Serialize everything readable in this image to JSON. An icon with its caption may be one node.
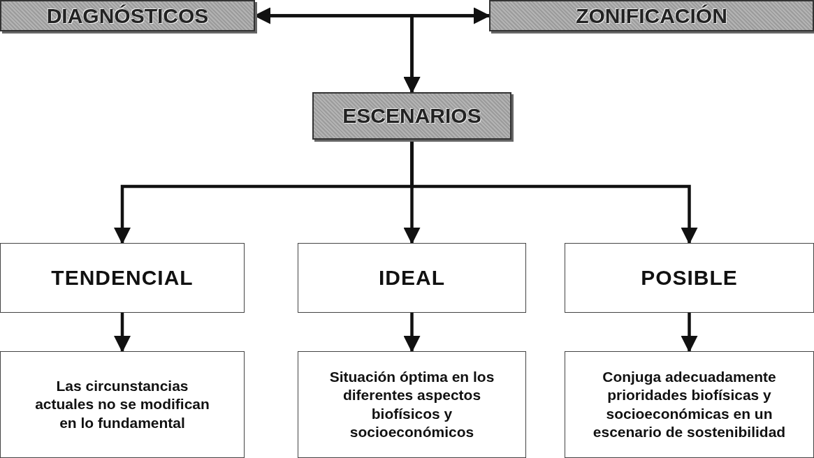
{
  "diagram": {
    "nodes": [
      {
        "text": [
          "DIAGNÓSTICOS"
        ]
      },
      {
        "text": [
          "ZONIFICACIÓN"
        ]
      },
      {
        "text": [
          "ESCENARIOS"
        ]
      },
      {
        "text": [
          "TENDENCIAL"
        ]
      },
      {
        "text": [
          "IDEAL"
        ]
      },
      {
        "text": [
          "POSIBLE"
        ]
      },
      {
        "text": [
          "Las circunstancias actuales no se modifican en lo fundamental"
        ]
      },
      {
        "text": [
          "Situación óptima en los diferentes aspectos biofísicos y socioeconómicos"
        ]
      },
      {
        "text": [
          "Conjuga adecuadamente prioridades biofísicas y socioeconómicas en un escenario de sostenibilidad"
        ]
      }
    ],
    "edges": [
      {
        "from": 0,
        "to": 1,
        "arrow": "both"
      },
      {
        "from": 0,
        "to": 2,
        "arrow": "to"
      },
      {
        "from": 1,
        "to": 2,
        "arrow": "to"
      },
      {
        "from": 2,
        "to": 3,
        "arrow": "to"
      },
      {
        "from": 2,
        "to": 4,
        "arrow": "to"
      },
      {
        "from": 2,
        "to": 5,
        "arrow": "to"
      },
      {
        "from": 3,
        "to": 6,
        "arrow": "to"
      },
      {
        "from": 4,
        "to": 7,
        "arrow": "to"
      },
      {
        "from": 5,
        "to": 8,
        "arrow": "to"
      }
    ]
  }
}
